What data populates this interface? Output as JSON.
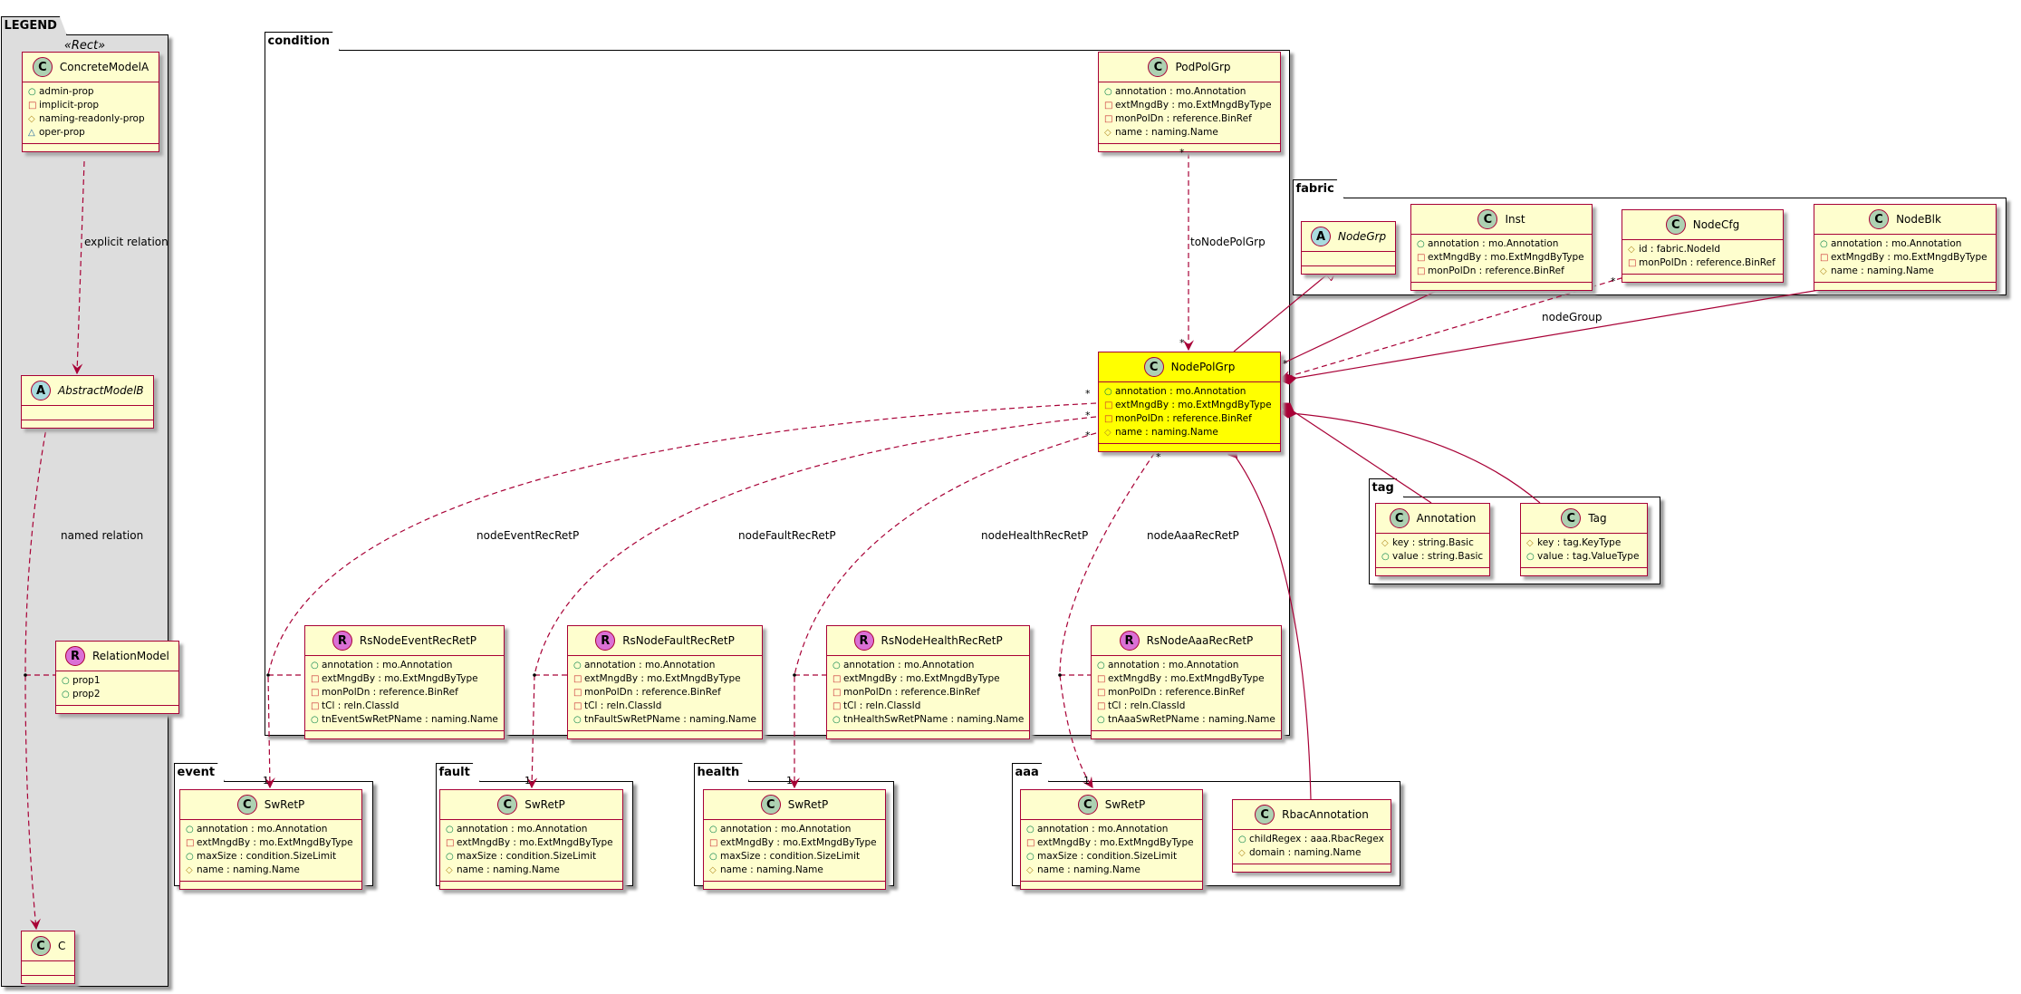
{
  "legend": {
    "title": "LEGEND",
    "stereotype": "«Rect»",
    "explicit_relation": "explicit relation",
    "named_relation": "named relation"
  },
  "packages": {
    "legend": "LEGEND",
    "condition": "condition",
    "fabric": "fabric",
    "tag": "tag",
    "event": "event",
    "fault": "fault",
    "health": "health",
    "aaa": "aaa"
  },
  "relation_labels": {
    "toNodePolGrp": "toNodePolGrp",
    "nodeGroup": "nodeGroup",
    "nodeEventRecRetP": "nodeEventRecRetP",
    "nodeFaultRecRetP": "nodeFaultRecRetP",
    "nodeHealthRecRetP": "nodeHealthRecRetP",
    "nodeAaaRecRetP": "nodeAaaRecRetP"
  },
  "multiplicity": {
    "many": "*",
    "one": "1"
  },
  "classes": [
    {
      "id": "ConcreteModelA",
      "name": "ConcreteModelA",
      "kind": "C",
      "attrs": [
        {
          "vis": "+",
          "text": "admin-prop"
        },
        {
          "vis": "-",
          "text": "implicit-prop"
        },
        {
          "vis": "#",
          "text": "naming-readonly-prop"
        },
        {
          "vis": "~",
          "text": "oper-prop"
        }
      ]
    },
    {
      "id": "AbstractModelB",
      "name": "AbstractModelB",
      "kind": "A",
      "attrs": []
    },
    {
      "id": "RelationModel",
      "name": "RelationModel",
      "kind": "R",
      "attrs": [
        {
          "vis": "+",
          "text": "prop1"
        },
        {
          "vis": "+",
          "text": "prop2"
        }
      ]
    },
    {
      "id": "C",
      "name": "C",
      "kind": "C",
      "attrs": []
    },
    {
      "id": "PodPolGrp",
      "name": "PodPolGrp",
      "kind": "C",
      "attrs": [
        {
          "vis": "+",
          "text": "annotation : mo.Annotation"
        },
        {
          "vis": "-",
          "text": "extMngdBy : mo.ExtMngdByType"
        },
        {
          "vis": "-",
          "text": "monPolDn : reference.BinRef"
        },
        {
          "vis": "#",
          "text": "name : naming.Name"
        }
      ]
    },
    {
      "id": "NodePolGrp",
      "name": "NodePolGrp",
      "kind": "C",
      "highlight": true,
      "attrs": [
        {
          "vis": "+",
          "text": "annotation : mo.Annotation"
        },
        {
          "vis": "-",
          "text": "extMngdBy : mo.ExtMngdByType"
        },
        {
          "vis": "-",
          "text": "monPolDn : reference.BinRef"
        },
        {
          "vis": "#",
          "text": "name : naming.Name"
        }
      ]
    },
    {
      "id": "NodeGrp",
      "name": "NodeGrp",
      "kind": "A",
      "attrs": []
    },
    {
      "id": "Inst",
      "name": "Inst",
      "kind": "C",
      "attrs": [
        {
          "vis": "+",
          "text": "annotation : mo.Annotation"
        },
        {
          "vis": "-",
          "text": "extMngdBy : mo.ExtMngdByType"
        },
        {
          "vis": "-",
          "text": "monPolDn : reference.BinRef"
        }
      ]
    },
    {
      "id": "NodeCfg",
      "name": "NodeCfg",
      "kind": "C",
      "attrs": [
        {
          "vis": "#",
          "text": "id : fabric.NodeId"
        },
        {
          "vis": "-",
          "text": "monPolDn : reference.BinRef"
        }
      ]
    },
    {
      "id": "NodeBlk",
      "name": "NodeBlk",
      "kind": "C",
      "attrs": [
        {
          "vis": "+",
          "text": "annotation : mo.Annotation"
        },
        {
          "vis": "-",
          "text": "extMngdBy : mo.ExtMngdByType"
        },
        {
          "vis": "#",
          "text": "name : naming.Name"
        }
      ]
    },
    {
      "id": "TagAnnotation",
      "name": "Annotation",
      "kind": "C",
      "attrs": [
        {
          "vis": "#",
          "text": "key : string.Basic"
        },
        {
          "vis": "+",
          "text": "value : string.Basic"
        }
      ]
    },
    {
      "id": "Tag",
      "name": "Tag",
      "kind": "C",
      "attrs": [
        {
          "vis": "#",
          "text": "key : tag.KeyType"
        },
        {
          "vis": "+",
          "text": "value : tag.ValueType"
        }
      ]
    },
    {
      "id": "RsNodeEventRecRetP",
      "name": "RsNodeEventRecRetP",
      "kind": "R",
      "attrs": [
        {
          "vis": "+",
          "text": "annotation : mo.Annotation"
        },
        {
          "vis": "-",
          "text": "extMngdBy : mo.ExtMngdByType"
        },
        {
          "vis": "-",
          "text": "monPolDn : reference.BinRef"
        },
        {
          "vis": "-",
          "text": "tCl : reln.ClassId"
        },
        {
          "vis": "+",
          "text": "tnEventSwRetPName : naming.Name"
        }
      ]
    },
    {
      "id": "RsNodeFaultRecRetP",
      "name": "RsNodeFaultRecRetP",
      "kind": "R",
      "attrs": [
        {
          "vis": "+",
          "text": "annotation : mo.Annotation"
        },
        {
          "vis": "-",
          "text": "extMngdBy : mo.ExtMngdByType"
        },
        {
          "vis": "-",
          "text": "monPolDn : reference.BinRef"
        },
        {
          "vis": "-",
          "text": "tCl : reln.ClassId"
        },
        {
          "vis": "+",
          "text": "tnFaultSwRetPName : naming.Name"
        }
      ]
    },
    {
      "id": "RsNodeHealthRecRetP",
      "name": "RsNodeHealthRecRetP",
      "kind": "R",
      "attrs": [
        {
          "vis": "+",
          "text": "annotation : mo.Annotation"
        },
        {
          "vis": "-",
          "text": "extMngdBy : mo.ExtMngdByType"
        },
        {
          "vis": "-",
          "text": "monPolDn : reference.BinRef"
        },
        {
          "vis": "-",
          "text": "tCl : reln.ClassId"
        },
        {
          "vis": "+",
          "text": "tnHealthSwRetPName : naming.Name"
        }
      ]
    },
    {
      "id": "RsNodeAaaRecRetP",
      "name": "RsNodeAaaRecRetP",
      "kind": "R",
      "attrs": [
        {
          "vis": "+",
          "text": "annotation : mo.Annotation"
        },
        {
          "vis": "-",
          "text": "extMngdBy : mo.ExtMngdByType"
        },
        {
          "vis": "-",
          "text": "monPolDn : reference.BinRef"
        },
        {
          "vis": "-",
          "text": "tCl : reln.ClassId"
        },
        {
          "vis": "+",
          "text": "tnAaaSwRetPName : naming.Name"
        }
      ]
    },
    {
      "id": "EventSwRetP",
      "name": "SwRetP",
      "kind": "C",
      "attrs": [
        {
          "vis": "+",
          "text": "annotation : mo.Annotation"
        },
        {
          "vis": "-",
          "text": "extMngdBy : mo.ExtMngdByType"
        },
        {
          "vis": "+",
          "text": "maxSize : condition.SizeLimit"
        },
        {
          "vis": "#",
          "text": "name : naming.Name"
        }
      ]
    },
    {
      "id": "FaultSwRetP",
      "name": "SwRetP",
      "kind": "C",
      "attrs": [
        {
          "vis": "+",
          "text": "annotation : mo.Annotation"
        },
        {
          "vis": "-",
          "text": "extMngdBy : mo.ExtMngdByType"
        },
        {
          "vis": "+",
          "text": "maxSize : condition.SizeLimit"
        },
        {
          "vis": "#",
          "text": "name : naming.Name"
        }
      ]
    },
    {
      "id": "HealthSwRetP",
      "name": "SwRetP",
      "kind": "C",
      "attrs": [
        {
          "vis": "+",
          "text": "annotation : mo.Annotation"
        },
        {
          "vis": "-",
          "text": "extMngdBy : mo.ExtMngdByType"
        },
        {
          "vis": "+",
          "text": "maxSize : condition.SizeLimit"
        },
        {
          "vis": "#",
          "text": "name : naming.Name"
        }
      ]
    },
    {
      "id": "AaaSwRetP",
      "name": "SwRetP",
      "kind": "C",
      "attrs": [
        {
          "vis": "+",
          "text": "annotation : mo.Annotation"
        },
        {
          "vis": "-",
          "text": "extMngdBy : mo.ExtMngdByType"
        },
        {
          "vis": "+",
          "text": "maxSize : condition.SizeLimit"
        },
        {
          "vis": "#",
          "text": "name : naming.Name"
        }
      ]
    },
    {
      "id": "RbacAnnotation",
      "name": "RbacAnnotation",
      "kind": "C",
      "attrs": [
        {
          "vis": "+",
          "text": "childRegex : aaa.RbacRegex"
        },
        {
          "vis": "#",
          "text": "domain : naming.Name"
        }
      ]
    }
  ]
}
